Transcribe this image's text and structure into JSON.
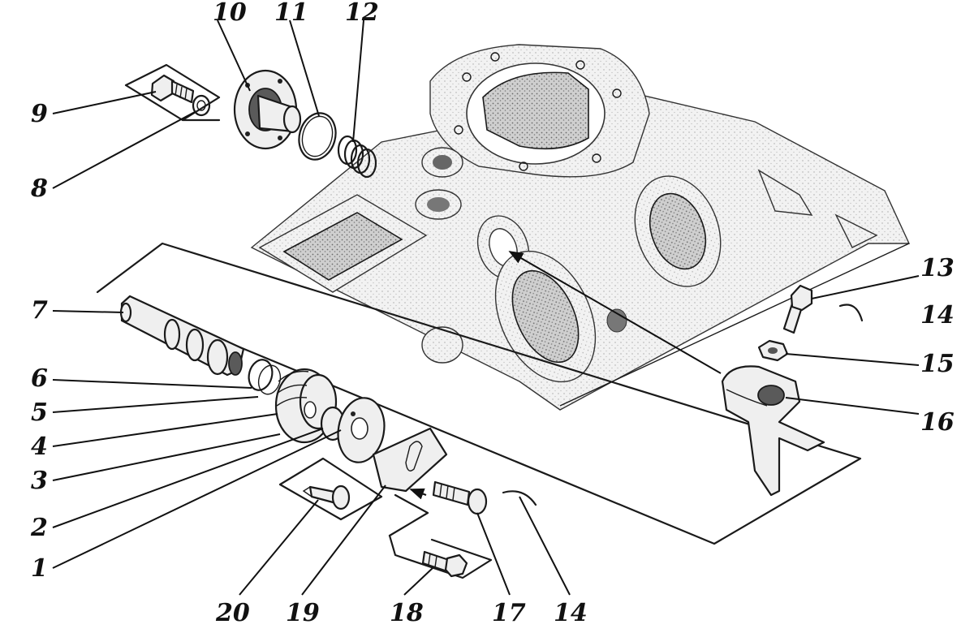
{
  "diagram": {
    "callouts": [
      {
        "id": "1",
        "label": "1"
      },
      {
        "id": "2",
        "label": "2"
      },
      {
        "id": "3",
        "label": "3"
      },
      {
        "id": "4",
        "label": "4"
      },
      {
        "id": "5",
        "label": "5"
      },
      {
        "id": "6",
        "label": "6"
      },
      {
        "id": "7",
        "label": "7"
      },
      {
        "id": "8",
        "label": "8"
      },
      {
        "id": "9",
        "label": "9"
      },
      {
        "id": "10",
        "label": "10"
      },
      {
        "id": "11",
        "label": "11"
      },
      {
        "id": "12",
        "label": "12"
      },
      {
        "id": "13",
        "label": "13"
      },
      {
        "id": "14a",
        "label": "14"
      },
      {
        "id": "15",
        "label": "15"
      },
      {
        "id": "16",
        "label": "16"
      },
      {
        "id": "17",
        "label": "17"
      },
      {
        "id": "14b",
        "label": "14"
      },
      {
        "id": "18",
        "label": "18"
      },
      {
        "id": "19",
        "label": "19"
      },
      {
        "id": "20",
        "label": "20"
      }
    ]
  }
}
